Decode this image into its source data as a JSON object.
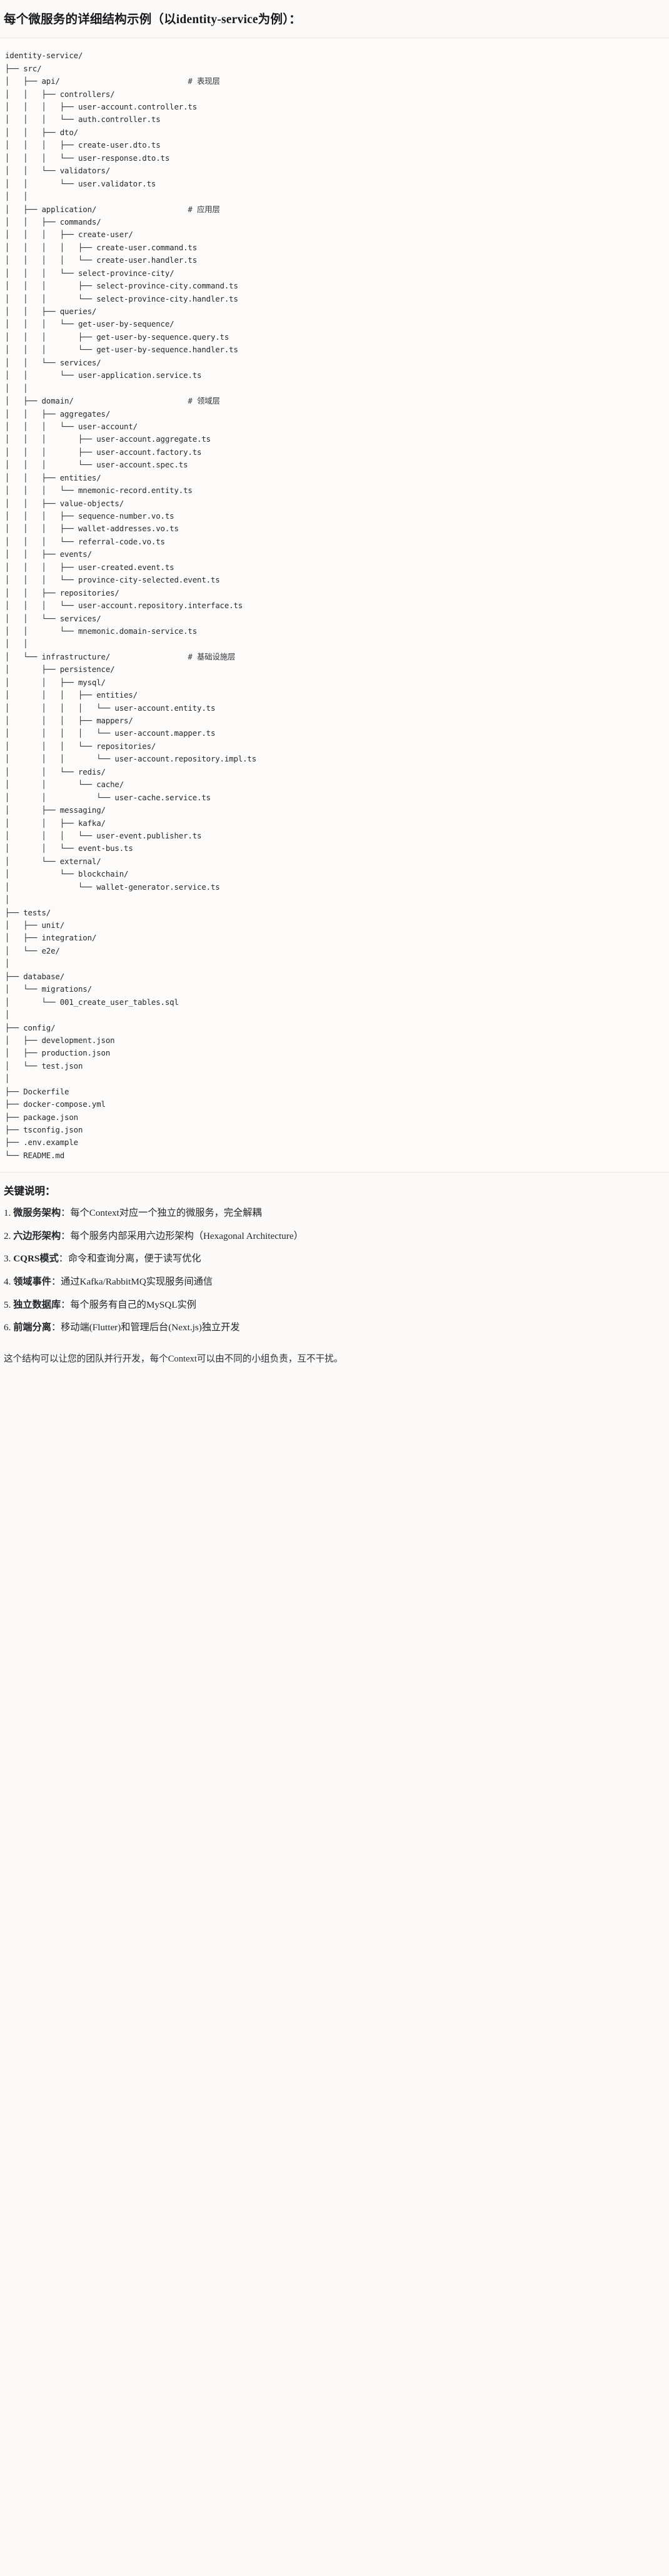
{
  "document": {
    "title": "每个微服务的详细结构示例（以identity-service为例）："
  },
  "tree": {
    "root": "identity-service/",
    "lines": [
      {
        "text": "identity-service/",
        "comment": ""
      },
      {
        "text": "├── src/",
        "comment": ""
      },
      {
        "text": "│   ├── api/",
        "comment": "# 表现层"
      },
      {
        "text": "│   │   ├── controllers/",
        "comment": ""
      },
      {
        "text": "│   │   │   ├── user-account.controller.ts",
        "comment": ""
      },
      {
        "text": "│   │   │   └── auth.controller.ts",
        "comment": ""
      },
      {
        "text": "│   │   ├── dto/",
        "comment": ""
      },
      {
        "text": "│   │   │   ├── create-user.dto.ts",
        "comment": ""
      },
      {
        "text": "│   │   │   └── user-response.dto.ts",
        "comment": ""
      },
      {
        "text": "│   │   └── validators/",
        "comment": ""
      },
      {
        "text": "│   │       └── user.validator.ts",
        "comment": ""
      },
      {
        "text": "│   │",
        "comment": ""
      },
      {
        "text": "│   ├── application/",
        "comment": "# 应用层"
      },
      {
        "text": "│   │   ├── commands/",
        "comment": ""
      },
      {
        "text": "│   │   │   ├── create-user/",
        "comment": ""
      },
      {
        "text": "│   │   │   │   ├── create-user.command.ts",
        "comment": ""
      },
      {
        "text": "│   │   │   │   └── create-user.handler.ts",
        "comment": ""
      },
      {
        "text": "│   │   │   └── select-province-city/",
        "comment": ""
      },
      {
        "text": "│   │   │       ├── select-province-city.command.ts",
        "comment": ""
      },
      {
        "text": "│   │   │       └── select-province-city.handler.ts",
        "comment": ""
      },
      {
        "text": "│   │   ├── queries/",
        "comment": ""
      },
      {
        "text": "│   │   │   └── get-user-by-sequence/",
        "comment": ""
      },
      {
        "text": "│   │   │       ├── get-user-by-sequence.query.ts",
        "comment": ""
      },
      {
        "text": "│   │   │       └── get-user-by-sequence.handler.ts",
        "comment": ""
      },
      {
        "text": "│   │   └── services/",
        "comment": ""
      },
      {
        "text": "│   │       └── user-application.service.ts",
        "comment": ""
      },
      {
        "text": "│   │",
        "comment": ""
      },
      {
        "text": "│   ├── domain/",
        "comment": "# 领域层"
      },
      {
        "text": "│   │   ├── aggregates/",
        "comment": ""
      },
      {
        "text": "│   │   │   └── user-account/",
        "comment": ""
      },
      {
        "text": "│   │   │       ├── user-account.aggregate.ts",
        "comment": ""
      },
      {
        "text": "│   │   │       ├── user-account.factory.ts",
        "comment": ""
      },
      {
        "text": "│   │   │       └── user-account.spec.ts",
        "comment": ""
      },
      {
        "text": "│   │   ├── entities/",
        "comment": ""
      },
      {
        "text": "│   │   │   └── mnemonic-record.entity.ts",
        "comment": ""
      },
      {
        "text": "│   │   ├── value-objects/",
        "comment": ""
      },
      {
        "text": "│   │   │   ├── sequence-number.vo.ts",
        "comment": ""
      },
      {
        "text": "│   │   │   ├── wallet-addresses.vo.ts",
        "comment": ""
      },
      {
        "text": "│   │   │   └── referral-code.vo.ts",
        "comment": ""
      },
      {
        "text": "│   │   ├── events/",
        "comment": ""
      },
      {
        "text": "│   │   │   ├── user-created.event.ts",
        "comment": ""
      },
      {
        "text": "│   │   │   └── province-city-selected.event.ts",
        "comment": ""
      },
      {
        "text": "│   │   ├── repositories/",
        "comment": ""
      },
      {
        "text": "│   │   │   └── user-account.repository.interface.ts",
        "comment": ""
      },
      {
        "text": "│   │   └── services/",
        "comment": ""
      },
      {
        "text": "│   │       └── mnemonic.domain-service.ts",
        "comment": ""
      },
      {
        "text": "│   │",
        "comment": ""
      },
      {
        "text": "│   └── infrastructure/",
        "comment": "# 基础设施层"
      },
      {
        "text": "│       ├── persistence/",
        "comment": ""
      },
      {
        "text": "│       │   ├── mysql/",
        "comment": ""
      },
      {
        "text": "│       │   │   ├── entities/",
        "comment": ""
      },
      {
        "text": "│       │   │   │   └── user-account.entity.ts",
        "comment": ""
      },
      {
        "text": "│       │   │   ├── mappers/",
        "comment": ""
      },
      {
        "text": "│       │   │   │   └── user-account.mapper.ts",
        "comment": ""
      },
      {
        "text": "│       │   │   └── repositories/",
        "comment": ""
      },
      {
        "text": "│       │   │       └── user-account.repository.impl.ts",
        "comment": ""
      },
      {
        "text": "│       │   └── redis/",
        "comment": ""
      },
      {
        "text": "│       │       └── cache/",
        "comment": ""
      },
      {
        "text": "│       │           └── user-cache.service.ts",
        "comment": ""
      },
      {
        "text": "│       ├── messaging/",
        "comment": ""
      },
      {
        "text": "│       │   ├── kafka/",
        "comment": ""
      },
      {
        "text": "│       │   │   └── user-event.publisher.ts",
        "comment": ""
      },
      {
        "text": "│       │   └── event-bus.ts",
        "comment": ""
      },
      {
        "text": "│       └── external/",
        "comment": ""
      },
      {
        "text": "│           └── blockchain/",
        "comment": ""
      },
      {
        "text": "│               └── wallet-generator.service.ts",
        "comment": ""
      },
      {
        "text": "│",
        "comment": ""
      },
      {
        "text": "├── tests/",
        "comment": ""
      },
      {
        "text": "│   ├── unit/",
        "comment": ""
      },
      {
        "text": "│   ├── integration/",
        "comment": ""
      },
      {
        "text": "│   └── e2e/",
        "comment": ""
      },
      {
        "text": "│",
        "comment": ""
      },
      {
        "text": "├── database/",
        "comment": ""
      },
      {
        "text": "│   └── migrations/",
        "comment": ""
      },
      {
        "text": "│       └── 001_create_user_tables.sql",
        "comment": ""
      },
      {
        "text": "│",
        "comment": ""
      },
      {
        "text": "├── config/",
        "comment": ""
      },
      {
        "text": "│   ├── development.json",
        "comment": ""
      },
      {
        "text": "│   ├── production.json",
        "comment": ""
      },
      {
        "text": "│   └── test.json",
        "comment": ""
      },
      {
        "text": "│",
        "comment": ""
      },
      {
        "text": "├── Dockerfile",
        "comment": ""
      },
      {
        "text": "├── docker-compose.yml",
        "comment": ""
      },
      {
        "text": "├── package.json",
        "comment": ""
      },
      {
        "text": "├── tsconfig.json",
        "comment": ""
      },
      {
        "text": "├── .env.example",
        "comment": ""
      },
      {
        "text": "└── README.md",
        "comment": ""
      }
    ]
  },
  "notes": {
    "heading": "关键说明：",
    "items": [
      {
        "num": "1.",
        "term": "微服务架构",
        "sep": "：",
        "desc": "每个Context对应一个独立的微服务，完全解耦"
      },
      {
        "num": "2.",
        "term": "六边形架构",
        "sep": "：",
        "desc": "每个服务内部采用六边形架构（Hexagonal Architecture）"
      },
      {
        "num": "3.",
        "term": "CQRS模式",
        "sep": "：",
        "desc": "命令和查询分离，便于读写优化"
      },
      {
        "num": "4.",
        "term": "领域事件",
        "sep": "：",
        "desc": "通过Kafka/RabbitMQ实现服务间通信"
      },
      {
        "num": "5.",
        "term": "独立数据库",
        "sep": "：",
        "desc": "每个服务有自己的MySQL实例"
      },
      {
        "num": "6.",
        "term": "前端分离",
        "sep": "：",
        "desc": "移动端(Flutter)和管理后台(Next.js)独立开发"
      }
    ],
    "closing": "这个结构可以让您的团队并行开发，每个Context可以由不同的小组负责，互不干扰。"
  },
  "colors": {
    "page_bg": "#fbfaf8",
    "code_bg": "#fcfbf9",
    "text": "#1f2328",
    "rule": "#e6e3dd"
  }
}
